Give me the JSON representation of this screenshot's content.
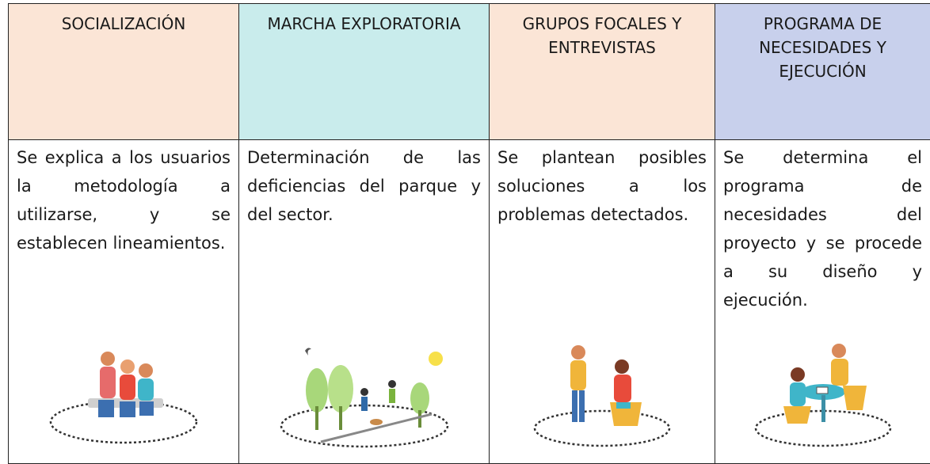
{
  "columns": [
    {
      "heading": "SOCIALIZACIÓN",
      "text": "Se explica a los usuarios la metodología a utilizarse, y se establecen lineamientos.",
      "illustration": "people-sitting-on-bench-icon"
    },
    {
      "heading": "MARCHA EXPLORATORIA",
      "text": "Determinación de las deficiencias del parque y del sector.",
      "illustration": "park-walk-icon"
    },
    {
      "heading": "GRUPOS FOCALES Y ENTREVISTAS",
      "text": "Se plantean posibles soluciones a los problemas detectados.",
      "illustration": "interview-icon"
    },
    {
      "heading": "PROGRAMA DE NECESIDADES Y EJECUCIÓN",
      "text": "Se determina el programa de necesidades del proyecto y se procede a su diseño y ejecución.",
      "illustration": "meeting-table-icon"
    }
  ]
}
